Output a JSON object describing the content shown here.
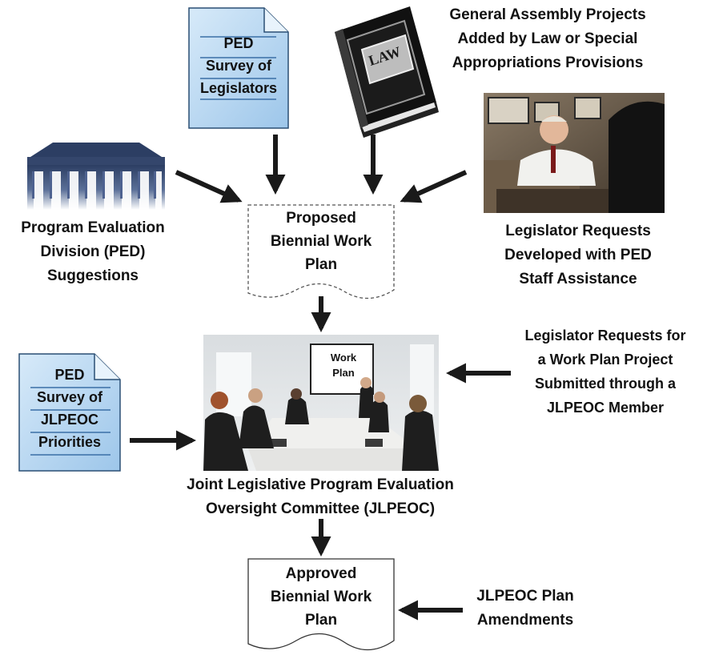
{
  "survey_legislators": [
    "PED",
    "Survey of",
    "Legislators"
  ],
  "general_assembly": [
    "General Assembly Projects",
    "Added by Law or Special",
    "Appropriations Provisions"
  ],
  "law_book_text": "LAW",
  "ped_suggestions": [
    "Program Evaluation",
    "Division (PED)",
    "Suggestions"
  ],
  "proposed_plan": [
    "Proposed",
    "Biennial Work",
    "Plan"
  ],
  "legislator_requests_ped": [
    "Legislator Requests",
    "Developed with PED",
    "Staff Assistance"
  ],
  "survey_priorities": [
    "PED",
    "Survey of",
    "JLPEOC",
    "Priorities"
  ],
  "whiteboard_text": [
    "Work",
    "Plan"
  ],
  "legislator_requests_member": [
    "Legislator Requests for",
    "a Work Plan Project",
    "Submitted through a",
    "JLPEOC Member"
  ],
  "committee": [
    "Joint Legislative Program Evaluation",
    "Oversight Committee (JLPEOC)"
  ],
  "approved_plan": [
    "Approved",
    "Biennial Work",
    "Plan"
  ],
  "plan_amendments": [
    "JLPEOC Plan",
    "Amendments"
  ],
  "colors": {
    "survey_fill": "#b9d8f1",
    "survey_stroke": "#2a4f74",
    "building": "#2c3e63",
    "arrow": "#1a1a1a"
  },
  "icons": [
    "survey-document-icon",
    "law-book-icon",
    "government-building-icon",
    "office-meeting-photo",
    "conference-meeting-photo"
  ]
}
